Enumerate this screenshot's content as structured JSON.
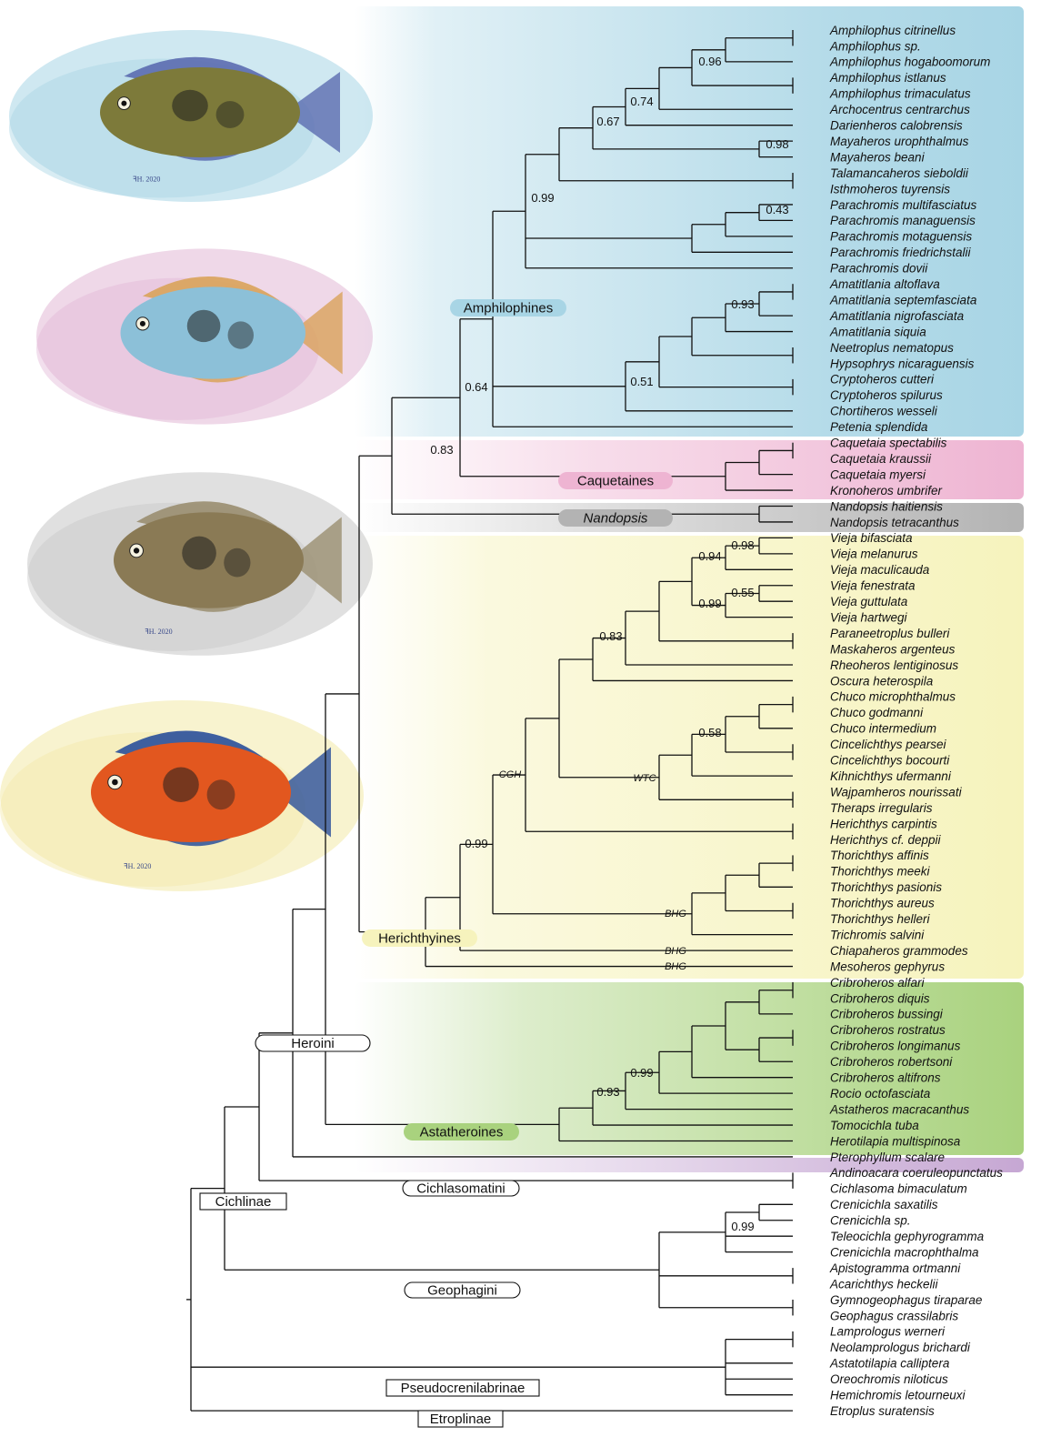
{
  "colors": {
    "amphilophines": "#a8d5e5",
    "caquetaines": "#eeb4d2",
    "nandopsis": "#b3b3b3",
    "herichthyines": "#f6f3bd",
    "astatheroines": "#a9d27e",
    "pterophyllum": "#c6a7d3",
    "edge": "#111111"
  },
  "illustrations": [
    {
      "icon": "fish-amphilophus-illustration",
      "wash": "#a8d5e5",
      "body": "#7d7a3a",
      "fin": "#5b6bb0",
      "signature": "ꟻH. 2020"
    },
    {
      "icon": "fish-amatitlania-illustration",
      "wash": "#e2b8d6",
      "body": "#8cc0d8",
      "fin": "#d9a35a",
      "signature": ""
    },
    {
      "icon": "fish-nandopsis-illustration",
      "wash": "#c7c7c7",
      "body": "#8a7a55",
      "fin": "#9a8e70",
      "signature": "ꟻH. 2020"
    },
    {
      "icon": "fish-vieja-illustration",
      "wash": "#f3e9a8",
      "body": "#e2571f",
      "fin": "#2a4f9a",
      "signature": "ꟻH. 2020"
    }
  ],
  "taxa": [
    "Amphilophus citrinellus",
    "Amphilophus sp.",
    "Amphilophus hogaboomorum",
    "Amphilophus istlanus",
    "Amphilophus trimaculatus",
    "Archocentrus centrarchus",
    "Darienheros calobrensis",
    "Mayaheros urophthalmus",
    "Mayaheros beani",
    "Talamancaheros sieboldii",
    "Isthmoheros tuyrensis",
    "Parachromis multifasciatus",
    "Parachromis managuensis",
    "Parachromis motaguensis",
    "Parachromis friedrichstalii",
    "Parachromis dovii",
    "Amatitlania altoflava",
    "Amatitlania septemfasciata",
    "Amatitlania nigrofasciata",
    "Amatitlania siquia",
    "Neetroplus nematopus",
    "Hypsophrys nicaraguensis",
    "Cryptoheros cutteri",
    "Cryptoheros spilurus",
    "Chortiheros wesseli",
    "Petenia splendida",
    "Caquetaia spectabilis",
    "Caquetaia kraussii",
    "Caquetaia myersi",
    "Kronoheros umbrifer",
    "Nandopsis haitiensis",
    "Nandopsis tetracanthus",
    "Vieja bifasciata",
    "Vieja melanurus",
    "Vieja maculicauda",
    "Vieja fenestrata",
    "Vieja guttulata",
    "Vieja hartwegi",
    "Paraneetroplus bulleri",
    "Maskaheros argenteus",
    "Rheoheros lentiginosus",
    "Oscura heterospila",
    "Chuco microphthalmus",
    "Chuco godmanni",
    "Chuco intermedium",
    "Cincelichthys pearsei",
    "Cincelichthys bocourti",
    "Kihnichthys ufermanni",
    "Wajpamheros nourissati",
    "Theraps irregularis",
    "Herichthys carpintis",
    "Herichthys cf. deppii",
    "Thorichthys affinis",
    "Thorichthys meeki",
    "Thorichthys pasionis",
    "Thorichthys aureus",
    "Thorichthys helleri",
    "Trichromis salvini",
    "Chiapaheros grammodes",
    "Mesoheros gephyrus",
    "Cribroheros alfari",
    "Cribroheros diquis",
    "Cribroheros bussingi",
    "Cribroheros rostratus",
    "Cribroheros longimanus",
    "Cribroheros robertsoni",
    "Cribroheros altifrons",
    "Rocio octofasciata",
    "Astatheros macracanthus",
    "Tomocichla tuba",
    "Herotilapia multispinosa",
    "Pterophyllum scalare",
    "Andinoacara coeruleopunctatus",
    "Cichlasoma bimaculatum",
    "Crenicichla saxatilis",
    "Crenicichla sp.",
    "Teleocichla gephyrogramma",
    "Crenicichla macrophthalma",
    "Apistogramma ortmanni",
    "Acarichthys heckelii",
    "Gymnogeophagus tiraparae",
    "Geophagus crassilabris",
    "Lamprologus werneri",
    "Neolamprologus brichardi",
    "Astatotilapia calliptera",
    "Oreochromis niloticus",
    "Hemichromis letourneuxi",
    "Etroplus suratensis"
  ],
  "supports": [
    "0.96",
    "0.74",
    "0.67",
    "0.98",
    "0.99",
    "0.43",
    "0.93",
    "0.51",
    "0.64",
    "0.83",
    "0.98",
    "0.94",
    "0.55",
    "0.99",
    "0.83",
    "0.58",
    "0.99",
    "0.99",
    "0.93",
    "0.99"
  ],
  "zone_labels": [
    "CGH",
    "WTC",
    "BHG",
    "BHG",
    "BHG"
  ],
  "clades": {
    "amphilophines": "Amphilophines",
    "caquetaines": "Caquetaines",
    "nandopsis": "Nandopsis",
    "herichthyines": "Herichthyines",
    "astatheroines": "Astatheroines",
    "heroini": "Heroini",
    "cichlasomatini": "Cichlasomatini",
    "cichlinae": "Cichlinae",
    "geophagini": "Geophagini",
    "pseudocrenilabrinae": "Pseudocrenilabrinae",
    "etroplinae": "Etroplinae"
  }
}
